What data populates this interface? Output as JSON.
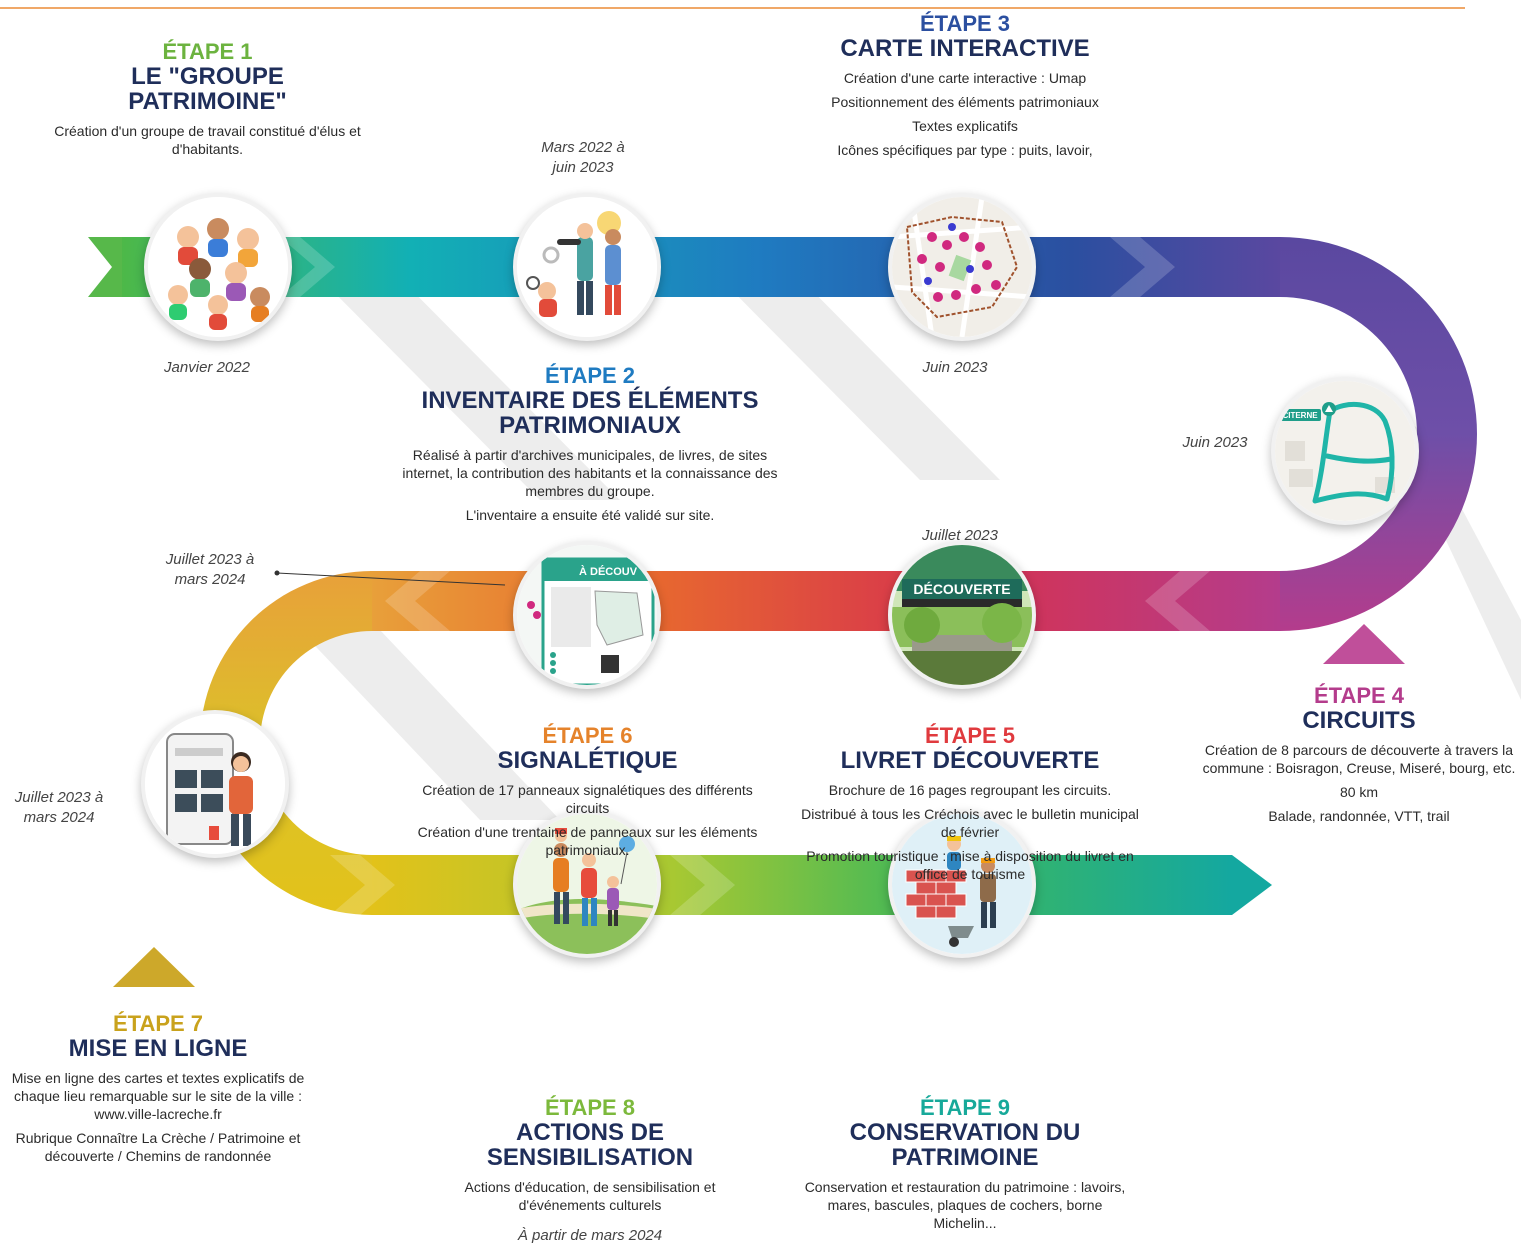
{
  "colors": {
    "step1": "#6cb33f",
    "step2": "#1f7bc1",
    "step3": "#2b4fa0",
    "step4": "#b43c8c",
    "step5": "#e03a3e",
    "step6": "#e5832b",
    "step7": "#c9a21c",
    "step8": "#7cb93c",
    "step9": "#17a99a",
    "title": "#1f2e5a"
  },
  "steps": [
    {
      "num": "ÉTAPE 1",
      "title": "LE \"GROUPE PATRIMOINE\"",
      "desc": [
        "Création d'un groupe de travail constitué d'élus et d'habitants."
      ],
      "date": "Janvier 2022",
      "icon": "group-people-illustration"
    },
    {
      "num": "ÉTAPE 2",
      "title": "INVENTAIRE DES ÉLÉMENTS PATRIMONIAUX",
      "desc": [
        "Réalisé à partir d'archives municipales, de livres, de sites internet, la contribution des habitants et la connaissance des membres du groupe.",
        "L'inventaire a ensuite été validé sur site."
      ],
      "date": "Mars 2022 à juin 2023",
      "icon": "search-telescope-illustration"
    },
    {
      "num": "ÉTAPE 3",
      "title": "CARTE INTERACTIVE",
      "desc": [
        "Création d'une carte interactive : Umap",
        "Positionnement des éléments patrimoniaux",
        "Textes explicatifs",
        "Icônes spécifiques par type : puits, lavoir,"
      ],
      "date": "Juin 2023",
      "icon": "interactive-map-image"
    },
    {
      "num": "ÉTAPE 4",
      "title": "CIRCUITS",
      "desc": [
        "Création de 8 parcours de découverte à travers la commune : Boisragon, Creuse, Miseré, bourg, etc.",
        "80 km",
        "Balade, randonnée, VTT, trail"
      ],
      "date": "Juin 2023",
      "icon": "circuit-map-image",
      "map_label": "CITERNE"
    },
    {
      "num": "ÉTAPE 5",
      "title": "LIVRET DÉCOUVERTE",
      "desc": [
        "Brochure de 16 pages regroupant les circuits.",
        "Distribué à tous les Créchois avec le bulletin municipal de février",
        "Promotion touristique : mise à disposition du livret en office de tourisme"
      ],
      "date": "Juillet 2023",
      "icon": "booklet-cover-image",
      "booklet_label": "DÉCOUVERTE"
    },
    {
      "num": "ÉTAPE 6",
      "title": "SIGNALÉTIQUE",
      "desc": [
        "Création de 17 panneaux signalétiques des différents circuits",
        "Création d'une trentaine de panneaux sur les éléments patrimoniaux."
      ],
      "date": "Juillet 2023 à mars 2024",
      "icon": "signage-panel-image",
      "panel_label": "À DÉCOUV"
    },
    {
      "num": "ÉTAPE 7",
      "title": "MISE EN LIGNE",
      "desc": [
        "Mise en ligne des cartes et textes explicatifs de chaque lieu remarquable sur le site de la ville : www.ville-lacreche.fr",
        "Rubrique Connaître La Crèche / Patrimoine et découverte / Chemins de randonnée"
      ],
      "date": "Juillet 2023 à mars 2024",
      "icon": "online-phone-illustration"
    },
    {
      "num": "ÉTAPE 8",
      "title": "ACTIONS DE SENSIBILISATION",
      "desc": [
        "Actions d'éducation, de sensibilisation et d'événements culturels"
      ],
      "date": "À partir de mars 2024",
      "icon": "family-walk-illustration"
    },
    {
      "num": "ÉTAPE 9",
      "title": "CONSERVATION DU PATRIMOINE",
      "desc": [
        "Conservation et restauration du patrimoine : lavoirs, mares, bascules, plaques de cochers, borne Michelin..."
      ],
      "icon": "builders-illustration"
    }
  ]
}
